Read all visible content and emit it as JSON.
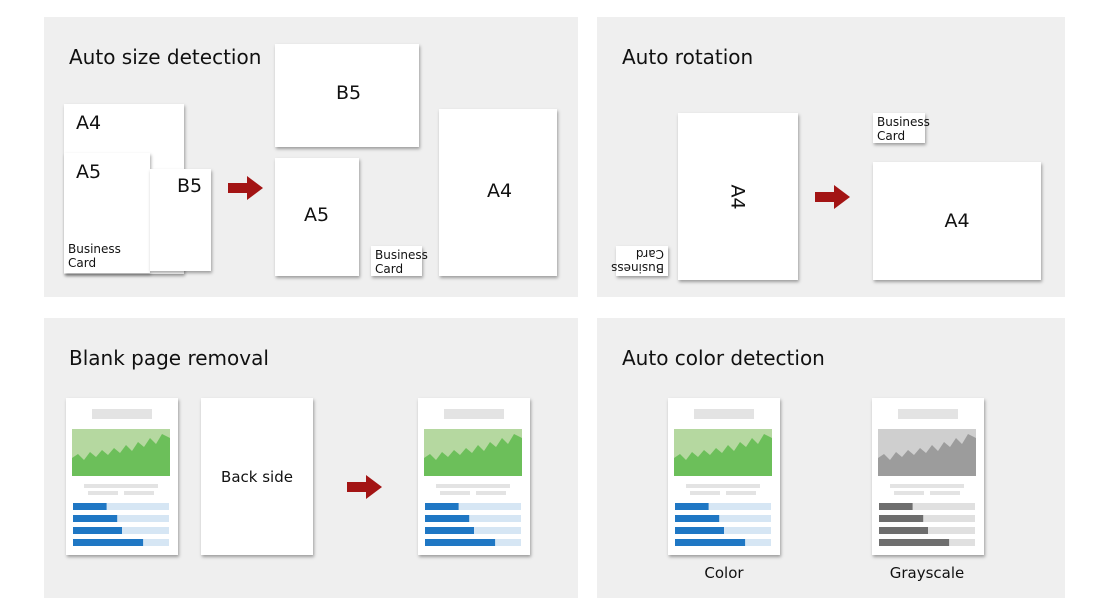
{
  "panels": {
    "size_detection": {
      "title": "Auto size detection",
      "source": {
        "a4": "A4",
        "a5": "A5",
        "b5": "B5",
        "card_line1": "Business",
        "card_line2": "Card"
      },
      "result": {
        "b5": "B5",
        "a5": "A5",
        "a4": "A4",
        "card_line1": "Business",
        "card_line2": "Card"
      }
    },
    "rotation": {
      "title": "Auto rotation",
      "source": {
        "a4": "A4",
        "card_line1": "Business",
        "card_line2": "Card"
      },
      "result": {
        "a4": "A4",
        "card_line1": "Business",
        "card_line2": "Card"
      }
    },
    "blank_removal": {
      "title": "Blank page removal",
      "back_side": "Back side"
    },
    "color_detection": {
      "title": "Auto color detection",
      "color_caption": "Color",
      "grayscale_caption": "Grayscale"
    }
  },
  "colors": {
    "panel_bg": "#efefef",
    "arrow": "#a31414",
    "chart_green_light": "#b5d8a0",
    "chart_green": "#6cbf5a",
    "bar_blue": "#1f77c4",
    "bar_blue_track": "#d6e6f4",
    "gray_light": "#cfcfcf",
    "gray_dark": "#9c9c9c",
    "bar_gray": "#6e6e6e",
    "bar_gray_track": "#e0e0e0"
  },
  "documents": {
    "bar_fill_fractions": [
      0.35,
      0.46,
      0.51,
      0.73
    ]
  }
}
